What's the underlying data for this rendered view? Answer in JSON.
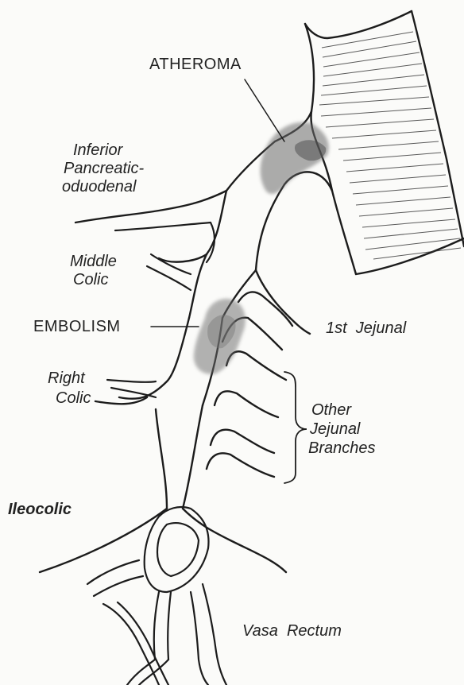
{
  "labels": {
    "atheroma": "ATHEROMA",
    "inferior_pd": {
      "line1": "Inferior",
      "line2": "Pancreatic-",
      "line3": "oduodenal"
    },
    "middle_colic": {
      "line1": "Middle",
      "line2": "Colic"
    },
    "embolism": "EMBOLISM",
    "first_jejunal": "1st  Jejunal",
    "right_colic": {
      "line1": "Right",
      "line2": "Colic"
    },
    "other_jejunal": {
      "line1": "Other",
      "line2": "Jejunal",
      "line3": "Branches"
    },
    "ileocolic": "Ileocolic",
    "vasa_rectum": "Vasa  Rectum"
  },
  "colors": {
    "ink": "#1c1c1c",
    "lesion": "#6a6a6a",
    "paper": "#fbfbf9"
  }
}
